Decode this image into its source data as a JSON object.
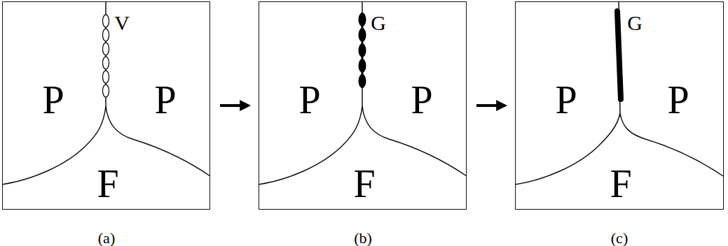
{
  "diagram": {
    "nodes": [
      {
        "text": [
          "P",
          "P",
          "F",
          "V",
          "(a)"
        ]
      },
      {
        "text": [
          "P",
          "P",
          "F",
          "G",
          "(b)"
        ]
      },
      {
        "text": [
          "P",
          "P",
          "F",
          "G",
          "(c)"
        ]
      }
    ],
    "edges": [
      {
        "from": 0,
        "to": 1,
        "arrow": "to"
      },
      {
        "from": 1,
        "to": 2,
        "arrow": "to"
      }
    ]
  }
}
